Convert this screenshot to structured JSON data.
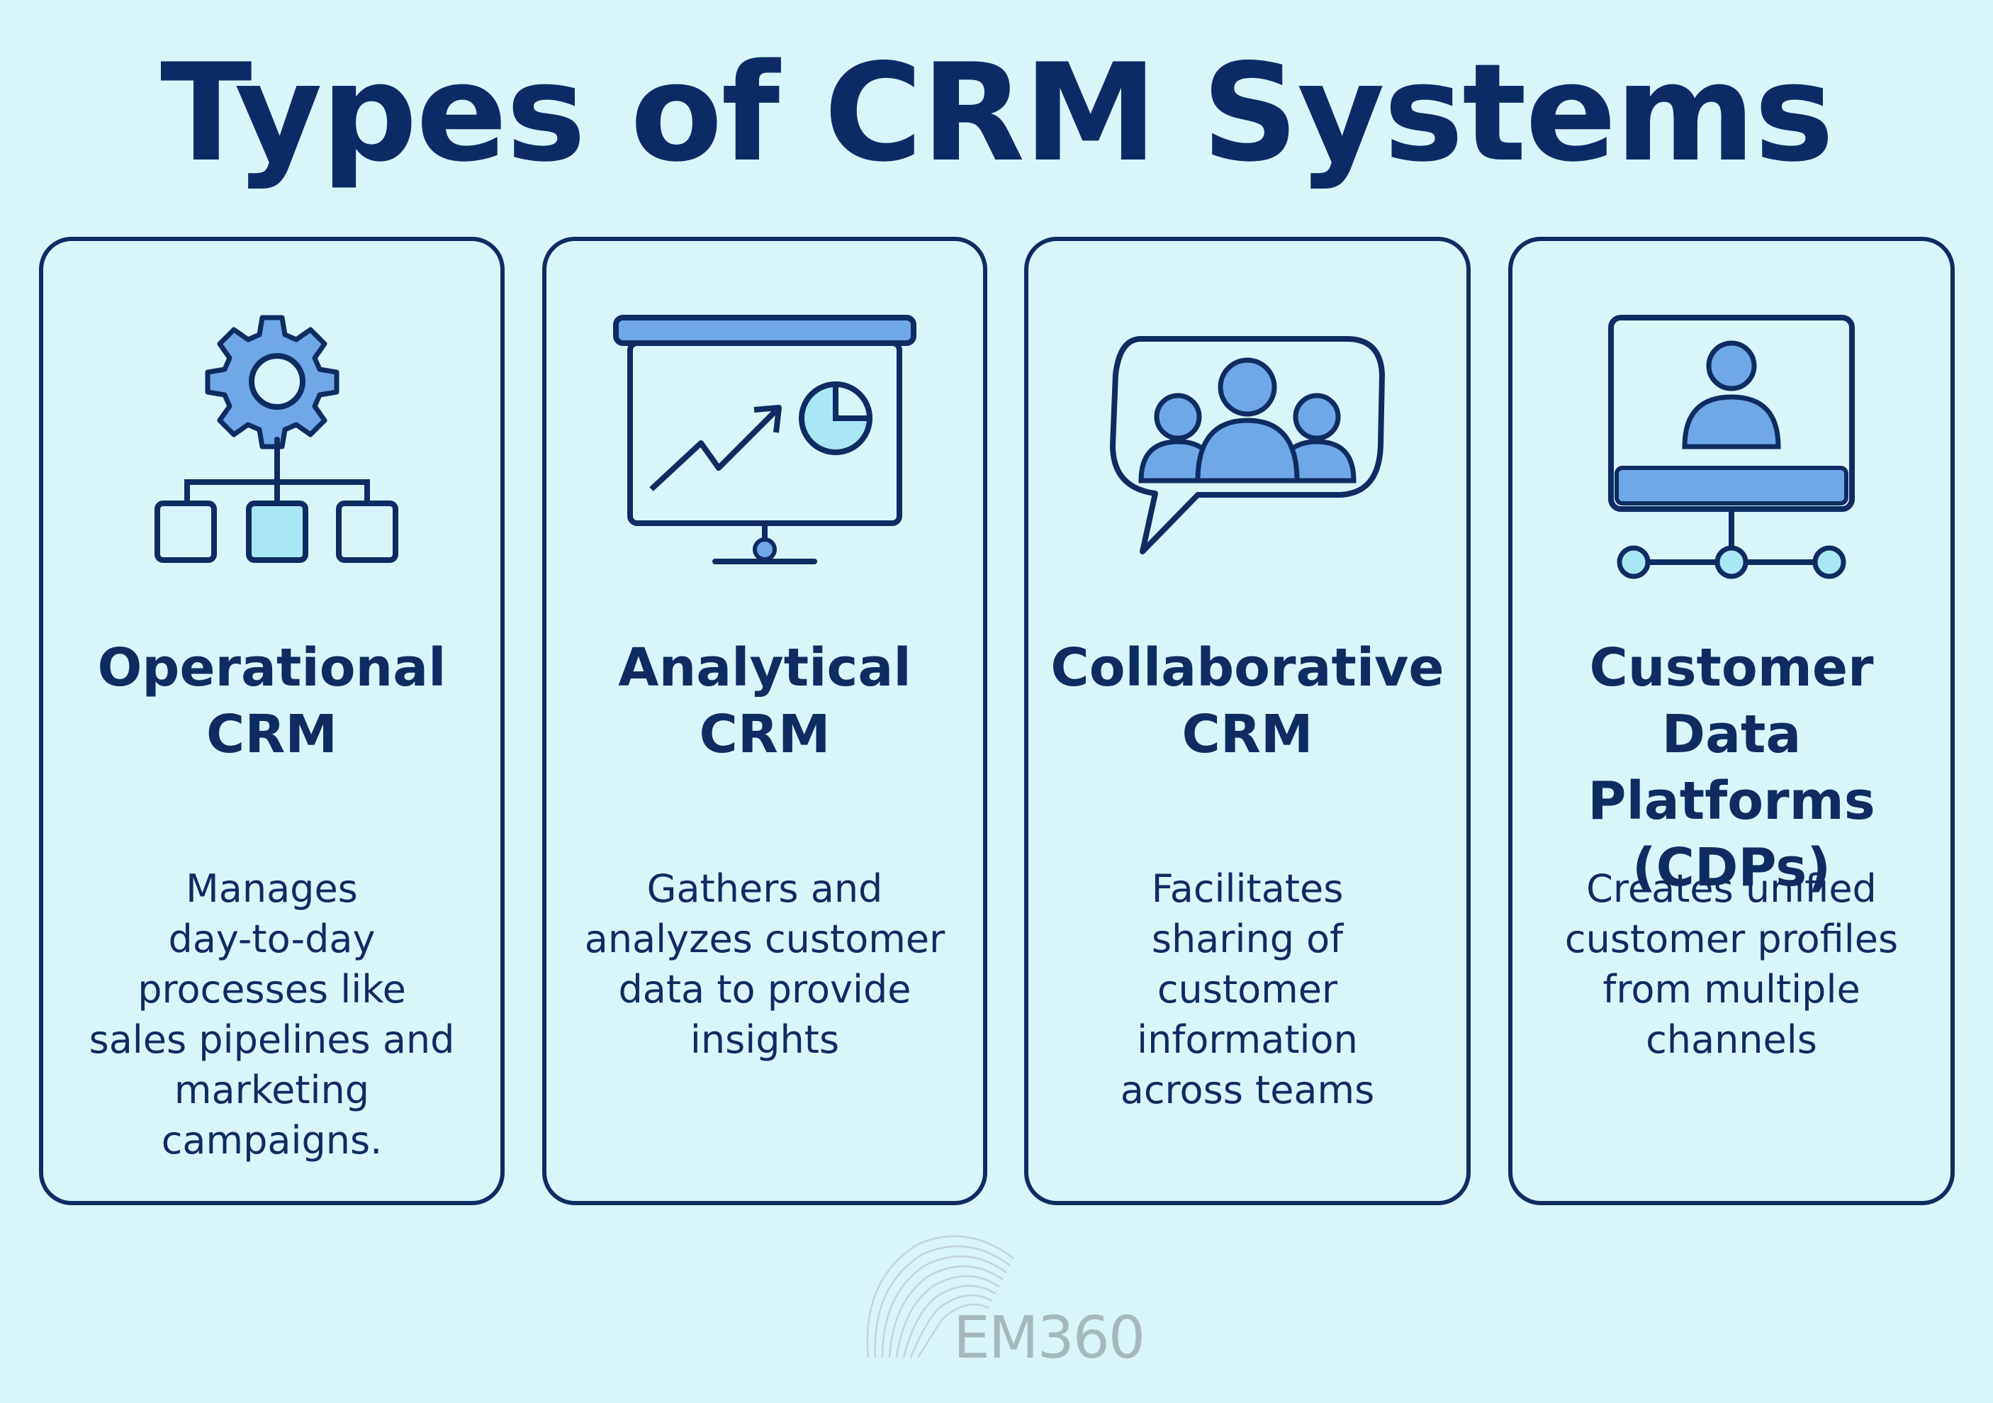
{
  "title": "Types of CRM Systems",
  "colors": {
    "background": "#d9f5fa",
    "navy": "#0e2c62",
    "accent_blue": "#6ea8e8",
    "light_cyan": "#a8e8f4",
    "logo_grey": "#a6b8bc"
  },
  "cards": [
    {
      "icon": "gear-hierarchy-icon",
      "heading_lines": [
        "Operational",
        "CRM"
      ],
      "desc_lines": [
        "Manages",
        "day-to-day",
        "processes like",
        "sales pipelines and",
        "marketing",
        "campaigns."
      ]
    },
    {
      "icon": "presentation-chart-icon",
      "heading_lines": [
        "Analytical",
        "CRM"
      ],
      "desc_lines": [
        "Gathers and",
        "analyzes customer",
        "data to provide",
        "insights"
      ]
    },
    {
      "icon": "team-speech-bubble-icon",
      "heading_lines": [
        "Collaborative",
        "CRM"
      ],
      "desc_lines": [
        "Facilitates",
        "sharing of",
        "customer",
        "information",
        "across teams"
      ]
    },
    {
      "icon": "monitor-user-network-icon",
      "heading_lines": [
        "Customer Data",
        "Platforms",
        "(CDPs)"
      ],
      "desc_lines": [
        "Creates unified",
        "customer profiles",
        "from multiple",
        "channels"
      ]
    }
  ],
  "logo": {
    "text": "EM360",
    "icon": "em360-swirl-logo-icon"
  }
}
